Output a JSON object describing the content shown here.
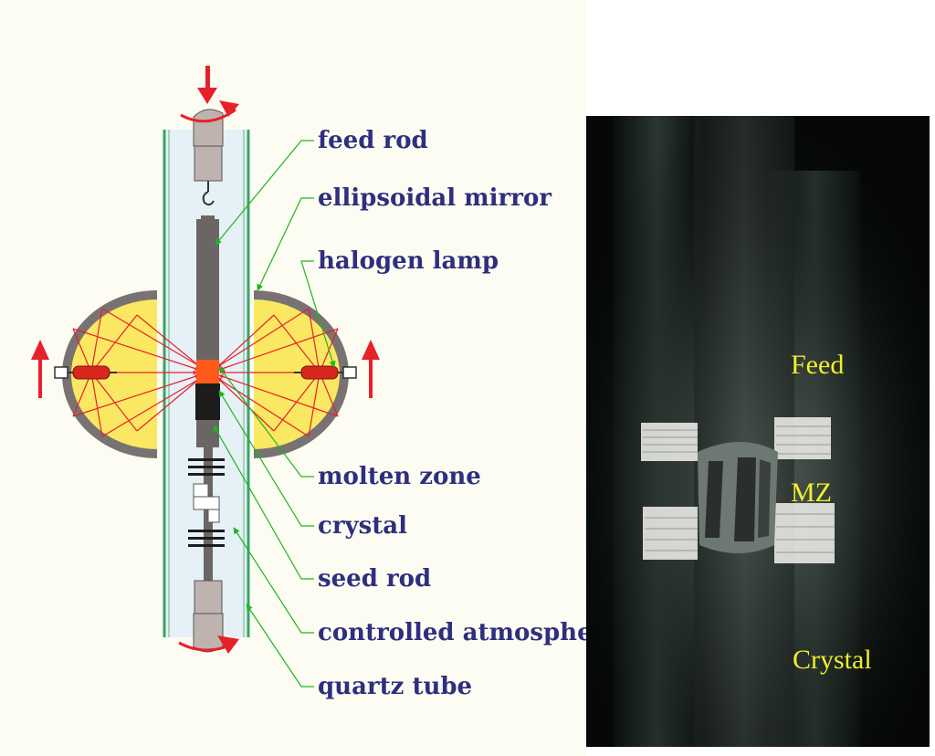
{
  "diagram": {
    "labels": {
      "feed_rod": "feed rod",
      "ellipsoidal_mirror": "ellipsoidal mirror",
      "halogen_lamp": "halogen lamp",
      "molten_zone": "molten zone",
      "crystal": "crystal",
      "seed_rod": "seed rod",
      "controlled_atmosphere": "controlled atmosphere",
      "quartz_tube": "quartz tube"
    },
    "colors": {
      "label_text": "#2e2f7e",
      "leader_lines": "#1fb51f",
      "arrows": "#e8202a",
      "mirror_fill": "#fbe862",
      "mirror_shell": "#787372",
      "quartz_tube": "#e6f1f7",
      "tube_wall": "#39a36a",
      "rod": "#6b6565",
      "molten_zone": "#ff5a1a",
      "crystal": "#1c1c1c"
    }
  },
  "photo": {
    "labels": {
      "feed": "Feed",
      "mz": "MZ",
      "crystal": "Crystal"
    },
    "colors": {
      "label_text": "#f2ee2a",
      "background": "#050806"
    }
  }
}
